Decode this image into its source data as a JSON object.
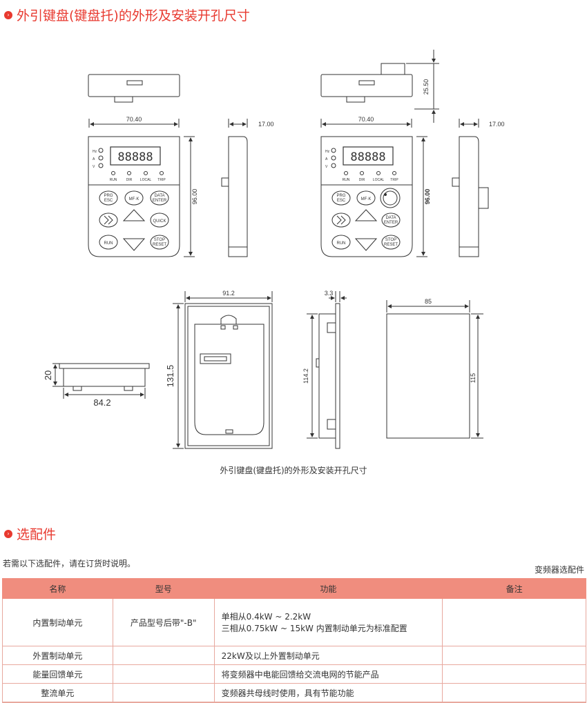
{
  "sections": {
    "dimensions_title": "外引键盘(键盘托)的外形及安装开孔尺寸",
    "accessories_title": "选配件"
  },
  "drawing": {
    "caption": "外引键盘(键盘托)的外形及安装开孔尺寸",
    "dims": {
      "width_a": "70.40",
      "width_b": "70.40",
      "depth_a": "17.00",
      "depth_b": "17.00",
      "height_a": "96.00",
      "height_b": "96.00",
      "knob_height": "25.50",
      "tray_width": "91.2",
      "tray_height": "131.5",
      "tray_thick": "3.3",
      "tray_inner_h": "114.2",
      "tray_depth": "20",
      "tray_bottom_w": "84.2",
      "cutout_w": "85",
      "cutout_h": "115"
    },
    "display": "88888",
    "led_labels": [
      "Hz",
      "A",
      "V"
    ],
    "status_labels": [
      "RUN",
      "DIR",
      "LOCAL",
      "TRIP"
    ],
    "keys": {
      "prg": "PRG",
      "esc": "ESC",
      "mfk": "MF·K",
      "data": "DATA",
      "enter": "ENTER",
      "quick": "QUICK",
      "run": "RUN",
      "stop": "STOP",
      "reset": "RESET"
    }
  },
  "accessories": {
    "note": "若需以下选配件，请在订货时说明。",
    "table_caption": "变频器选配件",
    "headers": [
      "名称",
      "型号",
      "功能",
      "备注"
    ],
    "rows": [
      {
        "name": "内置制动单元",
        "model": "产品型号后带\"-B\"",
        "func1": "单相从0.4kW ~ 2.2kW",
        "func2": "三相从0.75kW ~ 15kW 内置制动单元为标准配置",
        "note": ""
      },
      {
        "name": "外置制动单元",
        "model": "",
        "func1": "22kW及以上外置制动单元",
        "func2": "",
        "note": ""
      },
      {
        "name": "能量回馈单元",
        "model": "",
        "func1": "将变频器中电能回馈给交流电网的节能产品",
        "func2": "",
        "note": ""
      },
      {
        "name": "整流单元",
        "model": "",
        "func1": "变频器共母线时使用，具有节能功能",
        "func2": "",
        "note": ""
      }
    ]
  }
}
